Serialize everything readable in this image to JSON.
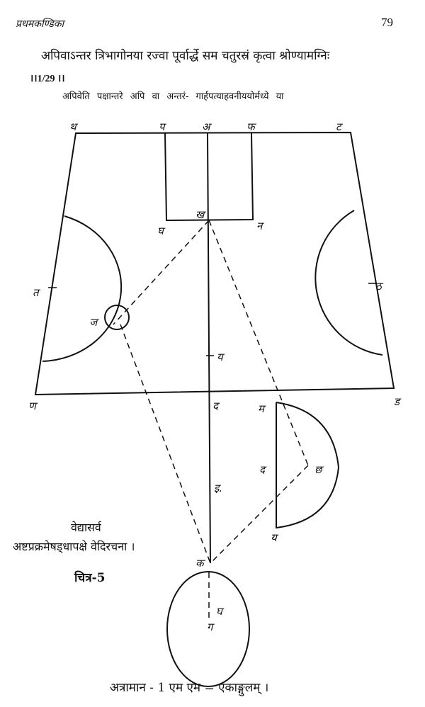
{
  "header": {
    "running_title": "प्रथमकण्डिका",
    "page_number": "79"
  },
  "sutra": {
    "text": "अपिवाऽन्तर त्रिभागोनया रज्वा पूर्वार्द्धे सम  चतुरस्रं कृत्वा श्रोण्यामग्निः",
    "number": "।।1/29 ।।"
  },
  "commentary": "अपिवेति पक्षान्तरे  अपि वा अन्तरं- गार्हपत्याहवनीययोर्मध्ये या",
  "figure": {
    "caption_line1": "वेद्यासर्व",
    "caption_line2": "अष्टप्रक्रमेषड्धापक्षे वेदिरचना ।",
    "figure_number": "चित्र-5",
    "labels": {
      "tha": "थ",
      "pa": "प",
      "a": "अ",
      "pha": "फ",
      "ta_top": "ट",
      "kha": "ख",
      "na": "न",
      "gha_top": "घ",
      "ta_left": "त",
      "ja": "ज",
      "tha_right": "ठ",
      "ya_mid": "य",
      "na_bl": "ण",
      "da_mid": "द",
      "da_br": "ड",
      "ma": "म",
      "da_half": "द",
      "chha": "छ",
      "i": "इ.",
      "ya_half": "य",
      "ka": "क",
      "gha_bottom": "घ",
      "ga": "ग"
    }
  },
  "scale_note": "अत्रामान - 1 एम एम  = एकाङ्गुलम् ।"
}
